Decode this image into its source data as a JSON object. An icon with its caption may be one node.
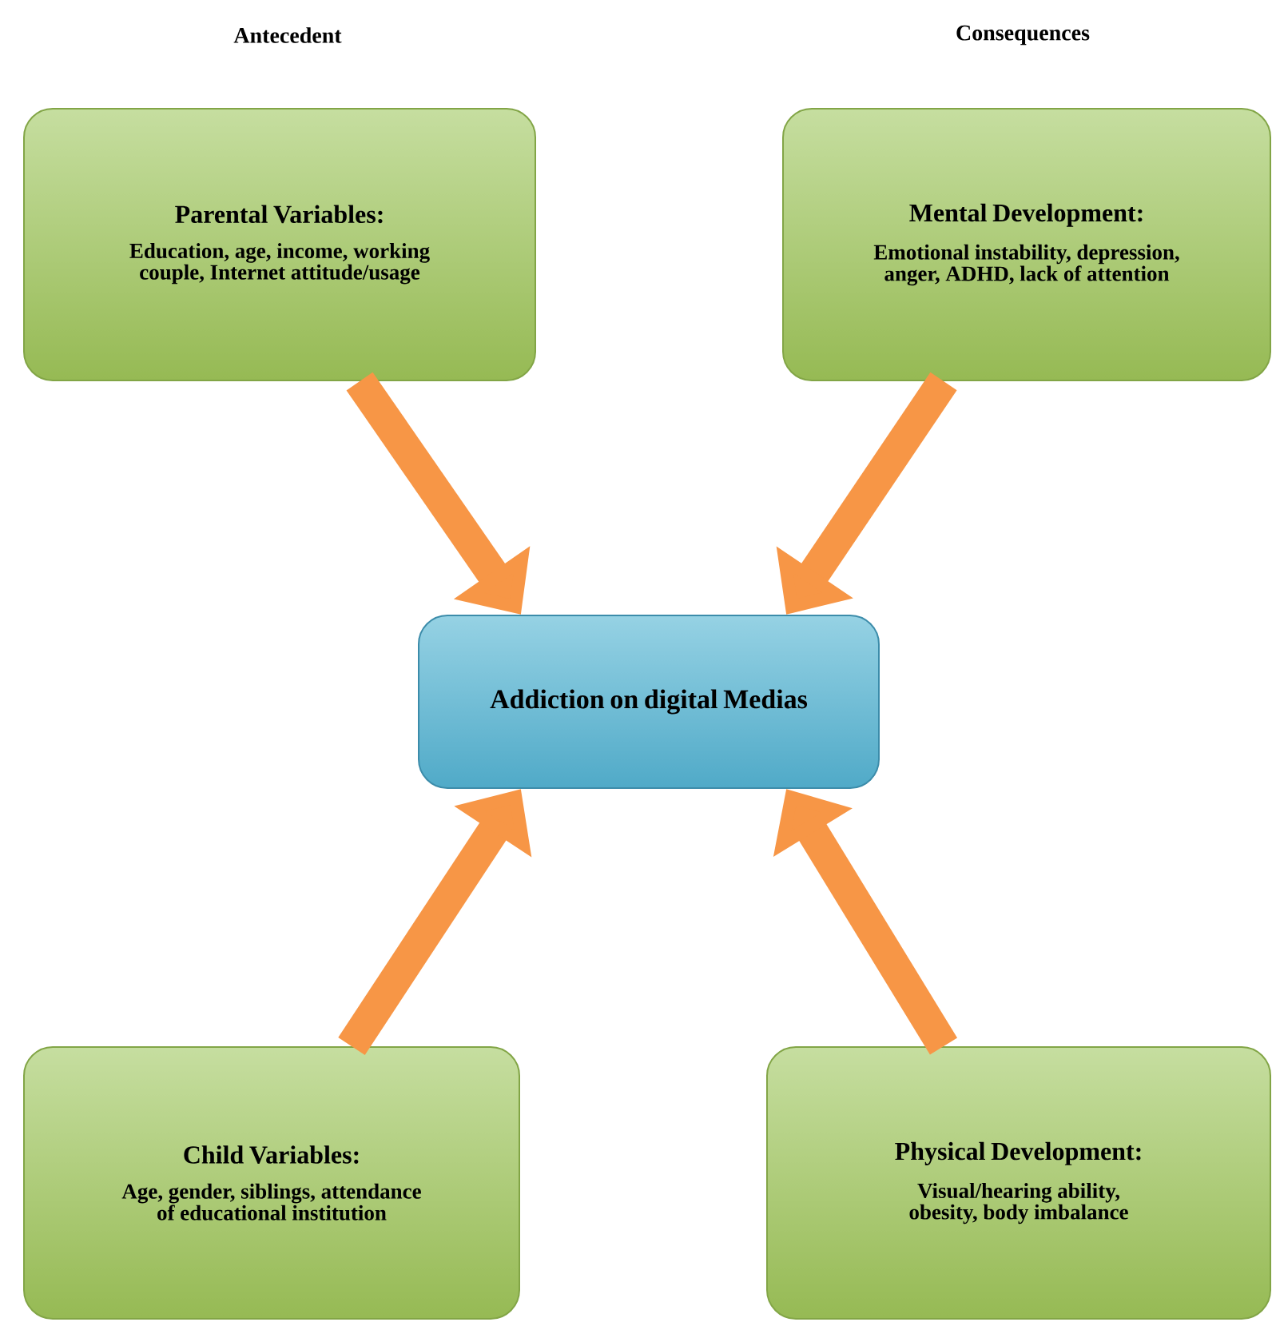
{
  "diagram": {
    "nodes": [
      {
        "text": [
          "Parental Variables:",
          "Education, age, income, working couple, Internet attitude/usage"
        ]
      },
      {
        "text": [
          "Mental Development:",
          "Emotional instability, depression, anger, ADHD, lack of attention"
        ]
      },
      {
        "text": [
          "Addiction on digital Medias"
        ]
      },
      {
        "text": [
          "Child Variables:",
          "Age, gender, siblings, attendance of educational institution"
        ]
      },
      {
        "text": [
          "Physical Development:",
          "Visual/hearing ability, obesity, body imbalance"
        ]
      }
    ],
    "edges": [
      {
        "from": 0,
        "to": 2,
        "arrow": "to"
      },
      {
        "from": 1,
        "to": 2,
        "arrow": "to"
      },
      {
        "from": 3,
        "to": 2,
        "arrow": "to"
      },
      {
        "from": 4,
        "to": 2,
        "arrow": "to"
      }
    ],
    "labels": [
      "Antecedent",
      "Consequences"
    ]
  }
}
